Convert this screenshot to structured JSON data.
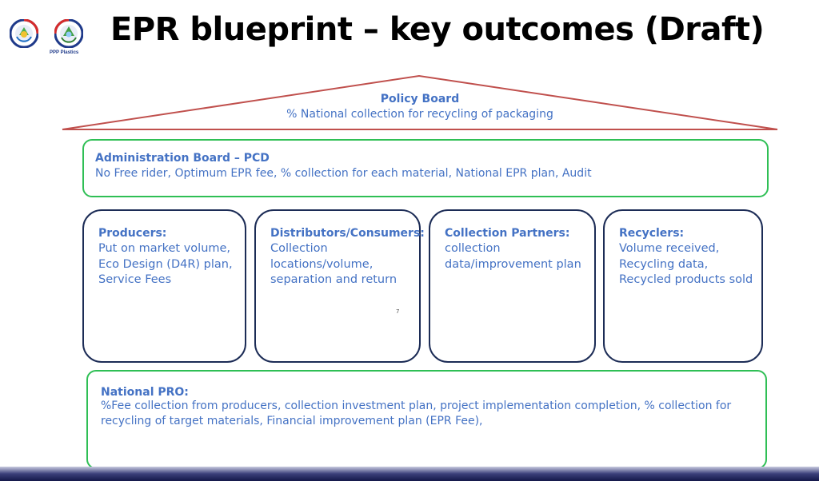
{
  "header": {
    "title": "EPR blueprint – key outcomes (Draft)",
    "logo_caption": "PPP Plastics"
  },
  "policy_board": {
    "title": "Policy Board",
    "subtitle": "% National collection for recycling of packaging"
  },
  "admin_board": {
    "title": "Administration Board – PCD",
    "body": "No Free rider, Optimum EPR fee, % collection for each material, National EPR plan, Audit"
  },
  "columns": [
    {
      "title": "Producers:",
      "body": "Put on market volume, Eco Design (D4R) plan, Service Fees"
    },
    {
      "title": "Distributors/Consumers:",
      "body": "Collection locations/volume, separation and return"
    },
    {
      "title": "Collection Partners:",
      "body": "collection data/improvement plan"
    },
    {
      "title": "Recyclers:",
      "body": "Volume received, Recycling data, Recycled products sold"
    }
  ],
  "page_number": "7",
  "national_pro": {
    "title": "National PRO:",
    "body": "%Fee collection from producers,  collection investment plan, project implementation completion, % collection for recycling of target materials, Financial improvement plan (EPR Fee),"
  },
  "colors": {
    "roof": "#c0504d",
    "text_blue": "#4472c4",
    "green_border": "#2fbf55",
    "navy_border": "#1c2c56"
  }
}
